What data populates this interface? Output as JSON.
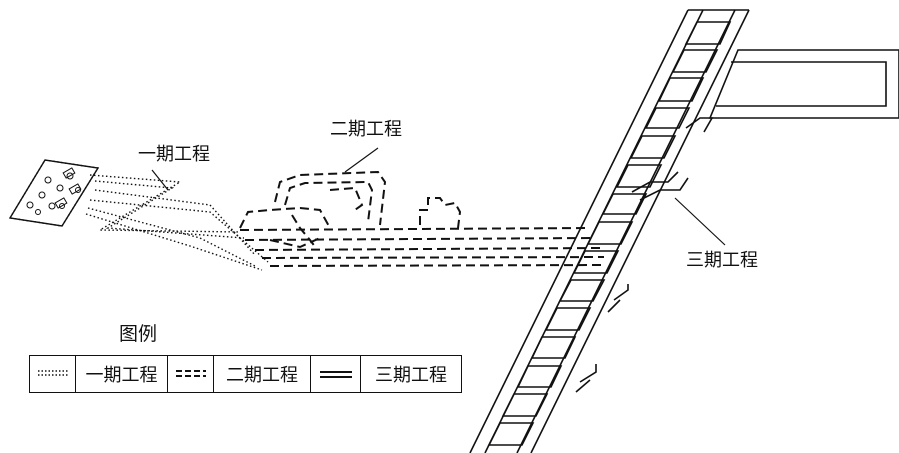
{
  "labels": {
    "phase1": "一期工程",
    "phase2": "二期工程",
    "phase3": "三期工程"
  },
  "legend": {
    "title": "图例",
    "items": [
      {
        "symbol": "dotted-line-symbol",
        "label": "一期工程"
      },
      {
        "symbol": "dashed-line-symbol",
        "label": "二期工程"
      },
      {
        "symbol": "double-line-symbol",
        "label": "三期工程"
      }
    ]
  },
  "colors": {
    "ink": "#111111",
    "background": "#ffffff"
  }
}
